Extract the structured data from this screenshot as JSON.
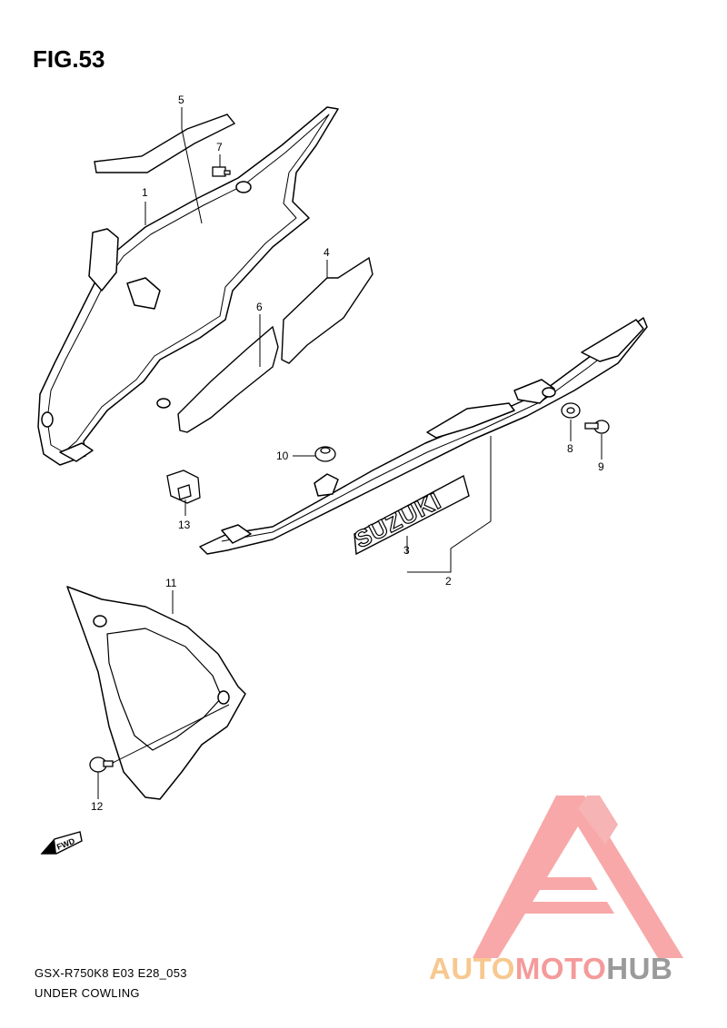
{
  "figure": {
    "title": "FIG.53",
    "model_code": "GSX-R750K8 E03 E28_053",
    "section_name": "UNDER COWLING"
  },
  "callouts": [
    {
      "id": "p1",
      "label": "1"
    },
    {
      "id": "p2",
      "label": "2"
    },
    {
      "id": "p3",
      "label": "3"
    },
    {
      "id": "p4",
      "label": "4"
    },
    {
      "id": "p5",
      "label": "5"
    },
    {
      "id": "p6",
      "label": "6"
    },
    {
      "id": "p7",
      "label": "7"
    },
    {
      "id": "p8",
      "label": "8"
    },
    {
      "id": "p9",
      "label": "9"
    },
    {
      "id": "p10",
      "label": "10"
    },
    {
      "id": "p11",
      "label": "11"
    },
    {
      "id": "p12",
      "label": "12"
    },
    {
      "id": "p13",
      "label": "13"
    }
  ],
  "decal_text": "SUZUKI",
  "fwd_label": "FWD",
  "watermark": {
    "part1": "AUTO",
    "part2": "MOTO",
    "part3": "HUB",
    "colors": {
      "part1": "#f7c88f",
      "part2": "#f59a9a",
      "part3": "#9a9a9a",
      "logo": "#f8a8a8"
    }
  }
}
